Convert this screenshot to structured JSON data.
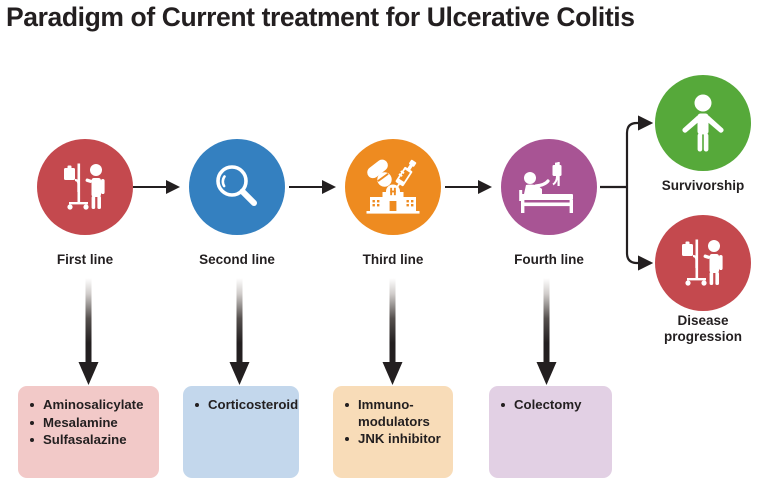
{
  "title": "Paradigm of Current treatment for Ulcerative Colitis",
  "colors": {
    "first_line": "#C4494E",
    "second_line": "#3480C0",
    "third_line": "#EE8B20",
    "fourth_line": "#A85494",
    "survivorship": "#56A93A",
    "disease_progression": "#C4494E",
    "box_first": "#F2C9C8",
    "box_second": "#C3D7EC",
    "box_third": "#F8DCB8",
    "box_fourth": "#E2D0E4",
    "arrow": "#231f20",
    "icon": "#ffffff",
    "text": "#231f20"
  },
  "stages": [
    {
      "id": "first",
      "label": "First line",
      "icon": "iv-pole-patient-icon",
      "color": "#C4494E"
    },
    {
      "id": "second",
      "label": "Second line",
      "icon": "magnifying-glass-icon",
      "color": "#3480C0"
    },
    {
      "id": "third",
      "label": "Third line",
      "icon": "pills-syringe-hospital-icon",
      "color": "#EE8B20"
    },
    {
      "id": "fourth",
      "label": "Fourth line",
      "icon": "hospital-bed-patient-icon",
      "color": "#A85494"
    }
  ],
  "outcomes": [
    {
      "id": "survivorship",
      "label": "Survivorship",
      "icon": "standing-person-icon",
      "color": "#56A93A"
    },
    {
      "id": "disease-progression",
      "label_line1": "Disease",
      "label_line2": "progression",
      "label": "Disease progression",
      "icon": "iv-pole-patient-icon",
      "color": "#C4494E"
    }
  ],
  "treatment_boxes": [
    {
      "id": "first",
      "color": "#F2C9C8",
      "items": [
        "Aminosalicylate",
        "Mesalamine",
        "Sulfasalazine"
      ]
    },
    {
      "id": "second",
      "color": "#C3D7EC",
      "items": [
        "Corticosteroid"
      ]
    },
    {
      "id": "third",
      "color": "#F8DCB8",
      "items": [
        "Immuno-",
        "modulators",
        "JNK inhibitor"
      ],
      "rendered": [
        {
          "text": "Immuno-modulators",
          "wrap": true
        },
        {
          "text": "JNK inhibitor",
          "wrap": false
        }
      ]
    },
    {
      "id": "fourth",
      "color": "#E2D0E4",
      "items": [
        "Colectomy"
      ]
    }
  ],
  "box_items": {
    "first_0": "Aminosalicylate",
    "first_1": "Mesalamine",
    "first_2": "Sulfasalazine",
    "second_0": "Corticosteroid",
    "third_0a": "Immuno-",
    "third_0b": "modulators",
    "third_1": "JNK inhibitor",
    "fourth_0": "Colectomy"
  }
}
